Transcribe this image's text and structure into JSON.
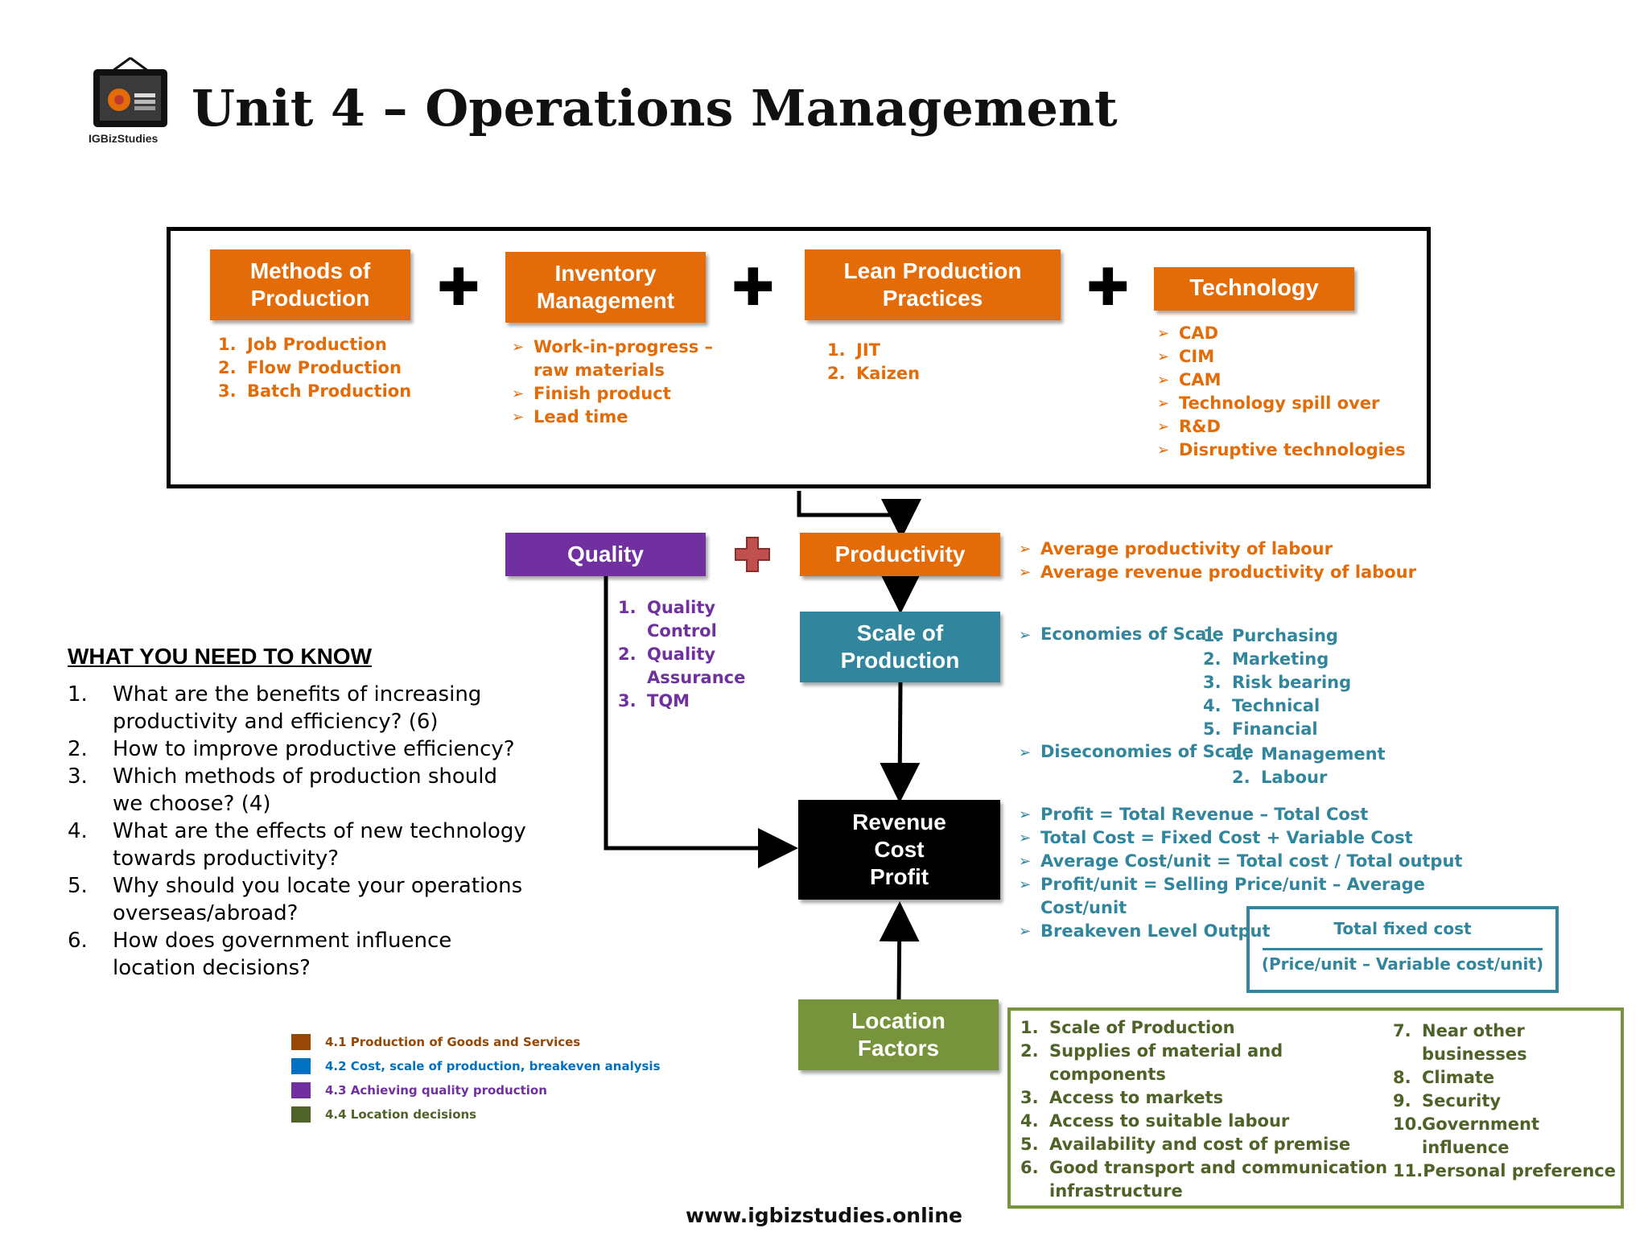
{
  "header": {
    "title": "Unit 4 – Operations Management",
    "logo_text": "IGBizStudies"
  },
  "top": {
    "methods": {
      "label": "Methods of\nProduction",
      "items": [
        "Job Production",
        "Flow Production",
        "Batch Production"
      ]
    },
    "inventory": {
      "label": "Inventory\nManagement",
      "items": [
        "Work-in-progress – raw materials",
        "Finish product",
        "Lead time"
      ]
    },
    "lean": {
      "label": "Lean  Production\nPractices",
      "items": [
        "JIT",
        "Kaizen"
      ]
    },
    "technology": {
      "label": "Technology",
      "items": [
        "CAD",
        "CIM",
        "CAM",
        "Technology spill over",
        "R&D",
        "Disruptive technologies"
      ]
    }
  },
  "quality": {
    "label": "Quality",
    "items": [
      "Quality Control",
      "Quality Assurance",
      "TQM"
    ]
  },
  "productivity": {
    "label": "Productivity",
    "items": [
      "Average productivity of labour",
      "Average revenue productivity of labour"
    ]
  },
  "scale": {
    "label": "Scale of\nProduction",
    "economies_label": "Economies of Scale",
    "economies": [
      "Purchasing",
      "Marketing",
      "Risk bearing",
      "Technical",
      "Financial"
    ],
    "diseconomies_label": "Diseconomies of Scale",
    "diseconomies": [
      "Management",
      "Labour"
    ]
  },
  "rcp": {
    "label": "Revenue\nCost\nProfit",
    "items": [
      "Profit = Total Revenue – Total Cost",
      "Total Cost = Fixed Cost + Variable Cost",
      "Average Cost/unit = Total cost / Total output",
      "Profit/unit = Selling Price/unit – Average Cost/unit",
      "Breakeven Level Output"
    ],
    "formula_numerator": "Total fixed cost",
    "formula_denominator": "(Price/unit – Variable cost/unit)"
  },
  "location": {
    "label": "Location\nFactors",
    "left_items": [
      "Scale of Production",
      "Supplies of material and components",
      "Access to markets",
      "Access to suitable labour",
      "Availability and cost of premise",
      "Good transport and communication infrastructure"
    ],
    "right_items": [
      "Near other businesses",
      "Climate",
      "Security",
      "Government influence",
      "Personal preference"
    ]
  },
  "know": {
    "title": "WHAT YOU NEED TO KNOW",
    "items": [
      "What are the benefits of increasing productivity and efficiency? (6)",
      "How to improve productive efficiency?",
      "Which methods of production should we choose? (4)",
      "What are the effects of new technology towards productivity?",
      "Why should you locate your operations overseas/abroad?",
      "How does government influence location decisions?"
    ]
  },
  "legend": [
    {
      "label": "4.1 Production of Goods and Services",
      "color": "#974706"
    },
    {
      "label": "4.2 Cost, scale of production, breakeven analysis",
      "color": "#0070c0"
    },
    {
      "label": "4.3 Achieving quality production",
      "color": "#7030a0"
    },
    {
      "label": "4.4 Location decisions",
      "color": "#4f6228"
    }
  ],
  "footer": {
    "url": "www.igbizstudies.online"
  },
  "colors": {
    "orange": "#e36c09",
    "purple": "#7030a0",
    "teal": "#31859c",
    "green": "#77933c",
    "red_plus": "#c0504d"
  },
  "icons": {
    "plus": "plus-icon",
    "arrow": "arrowhead-bullet-icon",
    "logo": "blackboard-logo-icon"
  }
}
